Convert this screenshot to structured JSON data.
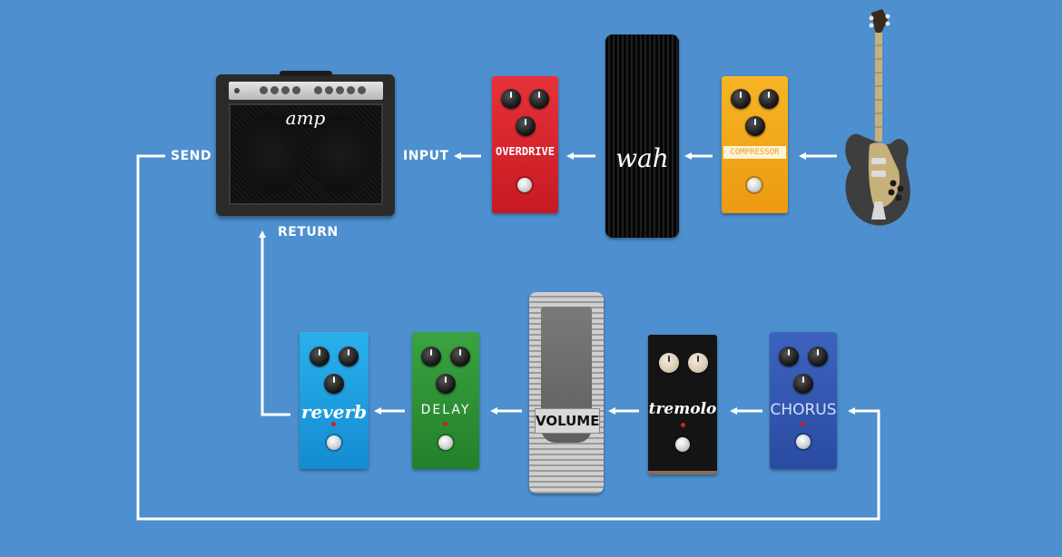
{
  "labels": {
    "send": "SEND",
    "input": "INPUT",
    "return": "RETURN"
  },
  "amp": {
    "name": "amp"
  },
  "pedals": {
    "overdrive": "OVERDRIVE",
    "wah": "wah",
    "compressor": "COMPRESSOR",
    "reverb": "reverb",
    "delay": "DELAY",
    "volume": "VOLUME",
    "tremolo": "tremolo",
    "chorus": "CHORUS"
  },
  "colors": {
    "background": "#4d8fcf",
    "overdrive": "#d8232a",
    "compressor": "#f3a51d",
    "reverb": "#1fa3e0",
    "delay": "#2f8f34",
    "chorus": "#3458b0",
    "tremolo": "#141414",
    "wah": "#0c0c0c"
  }
}
